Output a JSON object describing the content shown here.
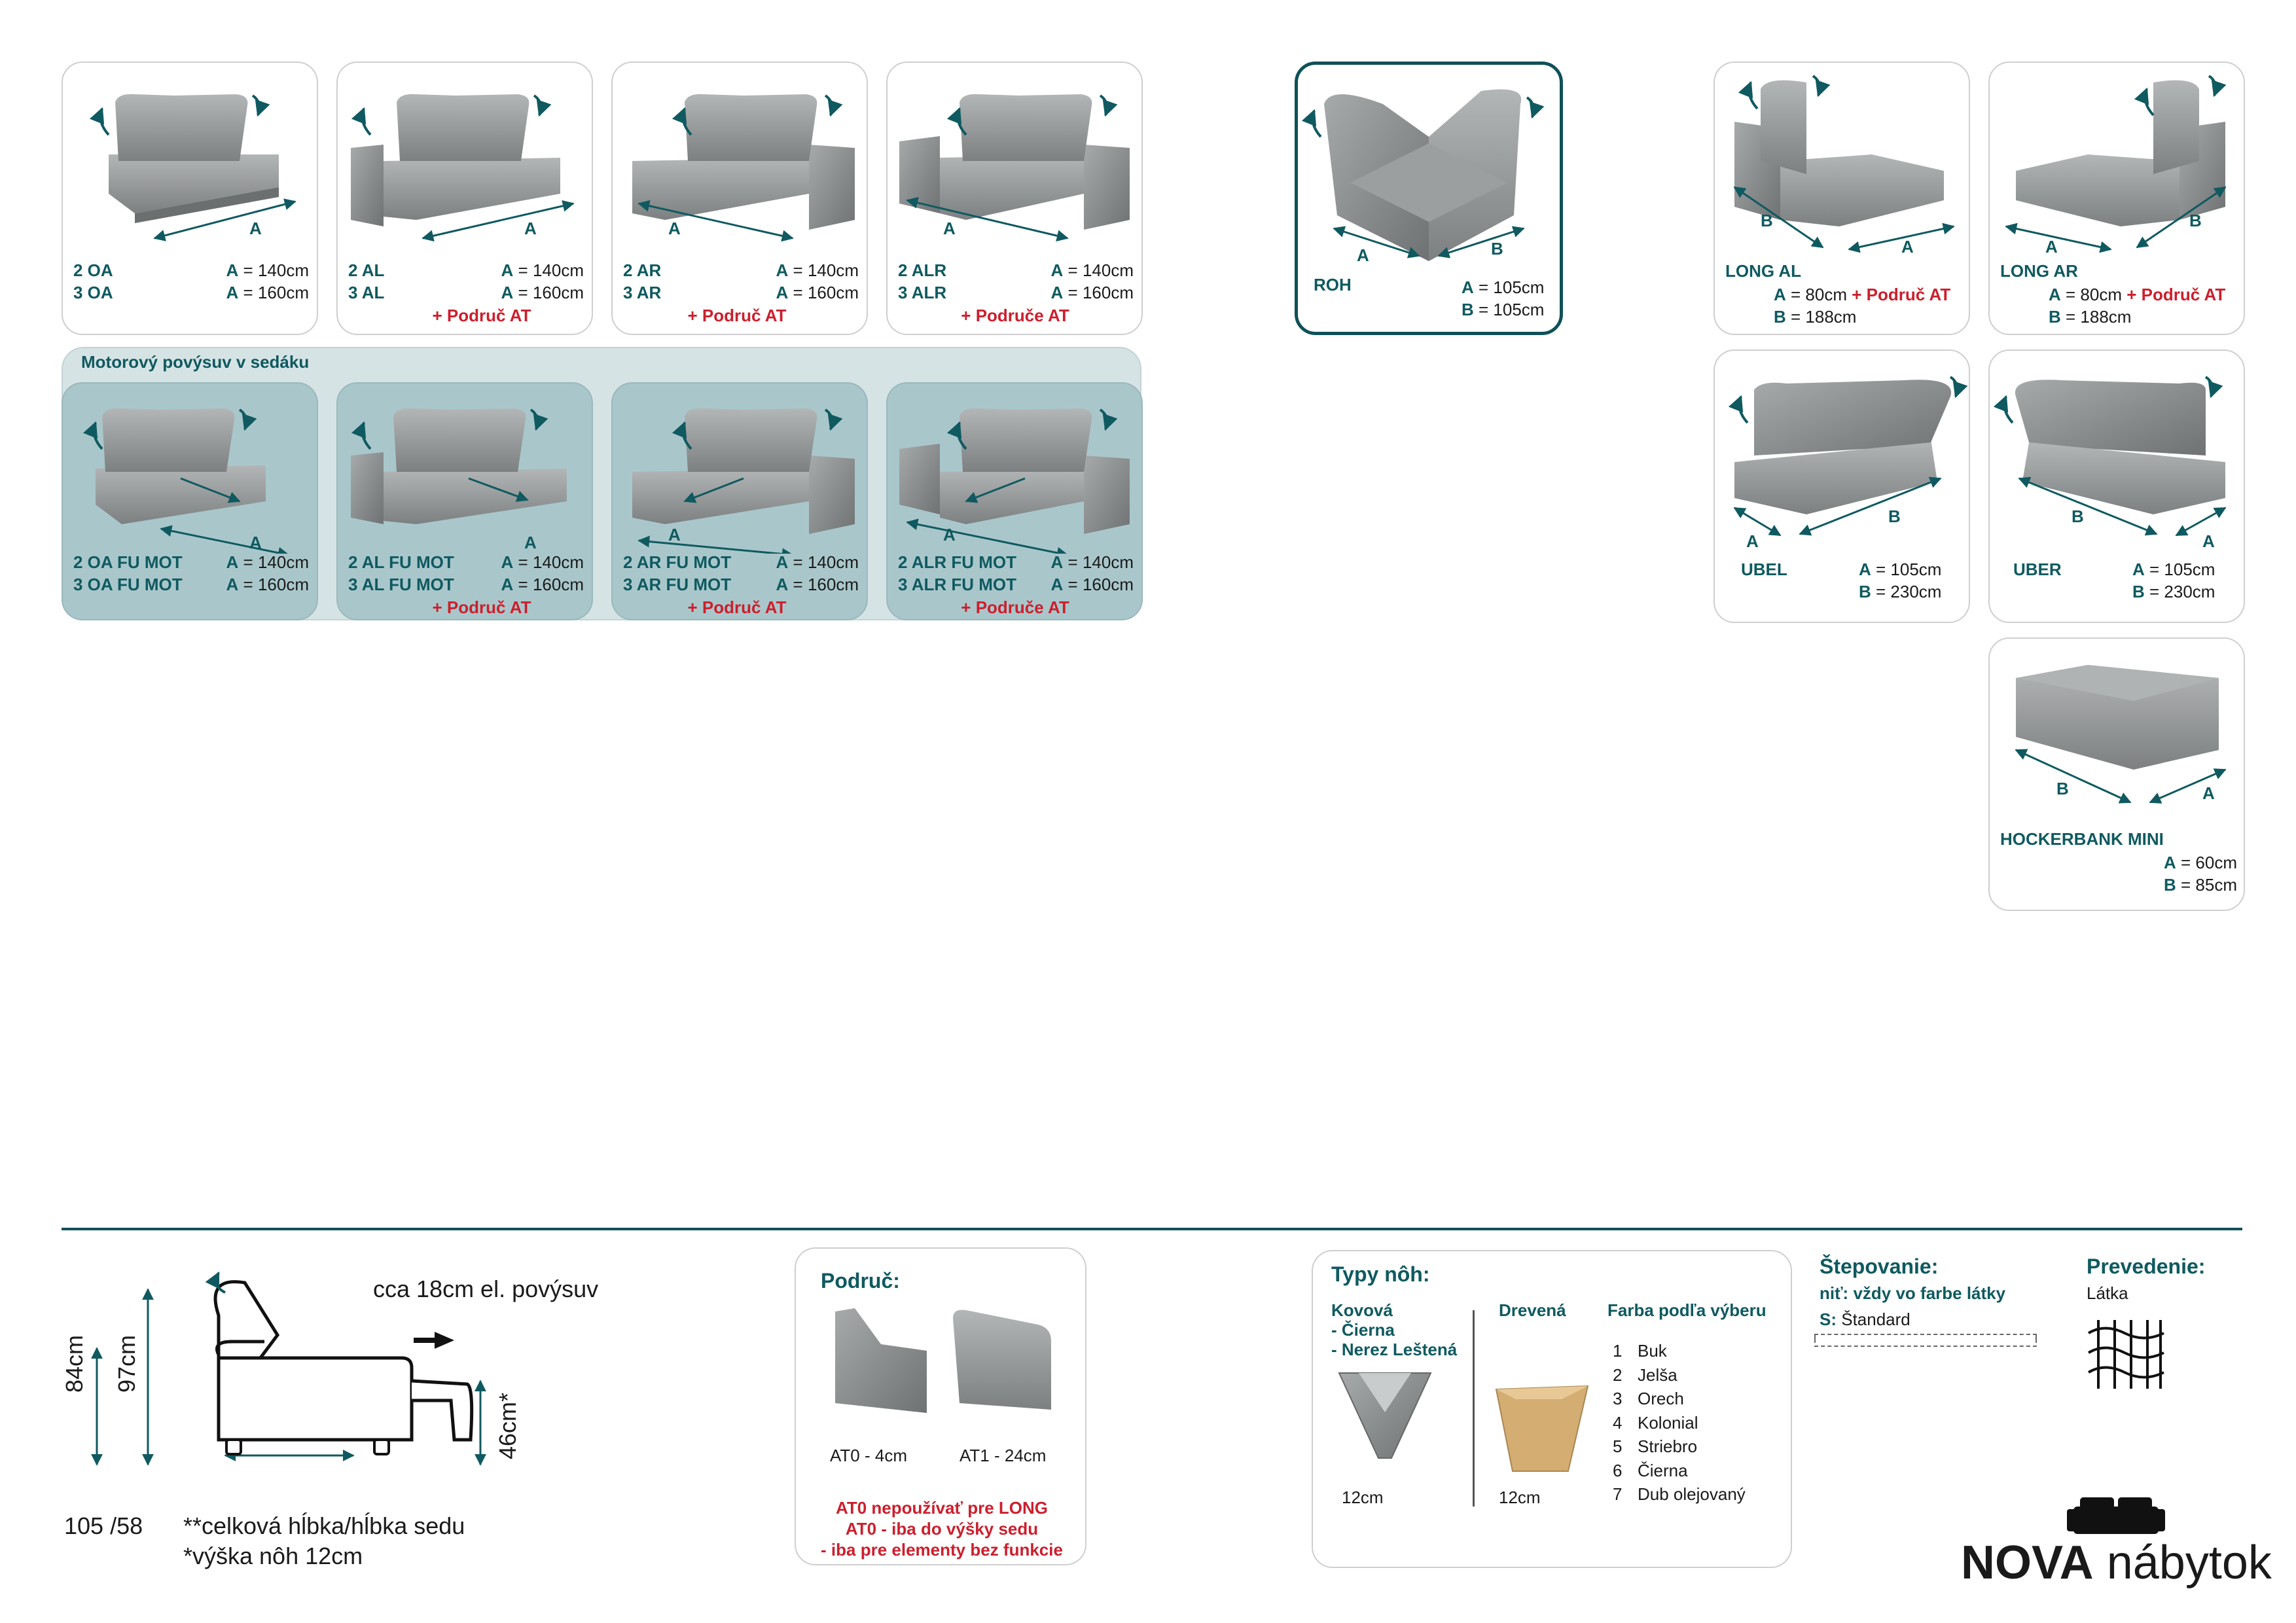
{
  "modules_top": [
    {
      "code1": "2 OA",
      "val1": "= 140cm",
      "code2": "3 OA",
      "val2": "= 160cm",
      "extra": "",
      "dim": "A"
    },
    {
      "code1": "2 AL",
      "val1": "= 140cm",
      "code2": "3 AL",
      "val2": "= 160cm",
      "extra": "+ Područ AT",
      "dim": "A"
    },
    {
      "code1": "2 AR",
      "val1": "= 140cm",
      "code2": "3 AR",
      "val2": "= 160cm",
      "extra": "+ Područ AT",
      "dim": "A"
    },
    {
      "code1": "2 ALR",
      "val1": "= 140cm",
      "code2": "3 ALR",
      "val2": "= 160cm",
      "extra": "+ Područe AT",
      "dim": "A"
    }
  ],
  "motor_band": {
    "title": "Motorový povýsuv v sedáku",
    "modules": [
      {
        "code1": "2 OA FU MOT",
        "val1": "= 140cm",
        "code2": "3 OA FU MOT",
        "val2": "= 160cm",
        "extra": "",
        "dim": "A"
      },
      {
        "code1": "2 AL FU MOT",
        "val1": "= 140cm",
        "code2": "3 AL FU MOT",
        "val2": "= 160cm",
        "extra": "+ Područ AT",
        "dim": "A"
      },
      {
        "code1": "2 AR FU MOT",
        "val1": "= 140cm",
        "code2": "3 AR FU MOT",
        "val2": "= 160cm",
        "extra": "+ Područ AT",
        "dim": "A"
      },
      {
        "code1": "2 ALR FU MOT",
        "val1": "= 140cm",
        "code2": "3 ALR FU MOT",
        "val2": "= 160cm",
        "extra": "+ Područe AT",
        "dim": "A"
      }
    ]
  },
  "roh": {
    "code": "ROH",
    "a": "= 105cm",
    "b": "= 105cm"
  },
  "long_al": {
    "code": "LONG AL",
    "a": "= 80cm",
    "extra": "+ Područ AT",
    "b": "= 188cm"
  },
  "long_ar": {
    "code": "LONG AR",
    "a": "= 80cm",
    "extra": "+ Područ AT",
    "b": "= 188cm"
  },
  "ubel": {
    "code": "UBEL",
    "a": "= 105cm",
    "b": "= 230cm"
  },
  "uber": {
    "code": "UBER",
    "a": "= 105cm",
    "b": "= 230cm"
  },
  "hocker": {
    "code": "HOCKERBANK MINI",
    "a": "= 60cm",
    "b": "= 85cm"
  },
  "letters": {
    "a": "A",
    "b": "B"
  },
  "profile": {
    "h84": "84cm",
    "h97": "97cm",
    "h46": "46cm*",
    "motor": "cca 18cm el. povýsuv",
    "depth": "105 /58",
    "note1": "**celková hĺbka/hĺbka sedu",
    "note2": "*výška nôh 12cm"
  },
  "armrests": {
    "title": "Područ:",
    "at0": "AT0 - 4cm",
    "at1": "AT1 - 24cm",
    "warn1": "AT0 nepoužívať pre LONG",
    "warn2": "AT0 - iba do výšky sedu",
    "warn3": "- iba pre elementy bez funkcie"
  },
  "legs": {
    "title": "Typy nôh:",
    "metal_title": "Kovová",
    "metal_1": "- Čierna",
    "metal_2": "- Nerez Leštená",
    "metal_size": "12cm",
    "wood_title": "Drevená",
    "wood_size": "12cm",
    "color_title": "Farba podľa výberu",
    "colors": [
      {
        "n": "1",
        "name": "Buk"
      },
      {
        "n": "2",
        "name": "Jelša"
      },
      {
        "n": "3",
        "name": "Orech"
      },
      {
        "n": "4",
        "name": "Kolonial"
      },
      {
        "n": "5",
        "name": "Striebro"
      },
      {
        "n": "6",
        "name": "Čierna"
      },
      {
        "n": "7",
        "name": "Dub olejovaný"
      }
    ]
  },
  "stitching": {
    "title": "Štepovanie:",
    "sub": "niť: vždy vo farbe látky",
    "s_label": "S:",
    "s_value": "Štandard"
  },
  "finish": {
    "title": "Prevedenie:",
    "value": "Látka"
  },
  "logo": {
    "bold": "NOVA",
    "light": "nábytok"
  },
  "colors": {
    "teal": "#0f5a60",
    "red": "#cc1f2d",
    "sofa": "#8d9091",
    "band": "#d6e3e4",
    "card_teal": "#a9c7cb"
  }
}
